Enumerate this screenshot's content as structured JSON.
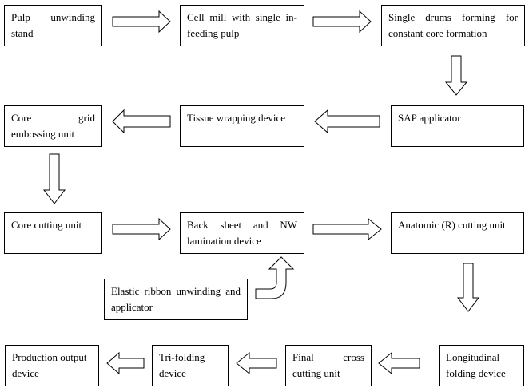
{
  "diagram": {
    "nodes": {
      "pulp_unwinding": {
        "label": "Pulp unwinding stand"
      },
      "cell_mill": {
        "label": "Cell mill with single in-feeding pulp"
      },
      "single_drums": {
        "label": "Single drums forming for constant core formation"
      },
      "sap_applicator": {
        "label": "SAP applicator"
      },
      "tissue_wrapping": {
        "label": "Tissue wrapping device"
      },
      "core_grid": {
        "label": "Core grid embossing unit"
      },
      "core_cutting": {
        "label": "Core cutting unit"
      },
      "back_sheet": {
        "label": "Back sheet and NW lamination device"
      },
      "anatomic_cutting": {
        "label": "Anatomic (R) cutting unit"
      },
      "elastic_ribbon": {
        "label": "Elastic ribbon unwinding and applicator"
      },
      "longitudinal_folding": {
        "label": "Longitudinal folding device"
      },
      "final_cross": {
        "label": "Final cross cutting unit"
      },
      "tri_folding": {
        "label": "Tri-folding device"
      },
      "production_output": {
        "label": "Production output device"
      }
    },
    "edges": [
      {
        "from": "pulp_unwinding",
        "to": "cell_mill"
      },
      {
        "from": "cell_mill",
        "to": "single_drums"
      },
      {
        "from": "single_drums",
        "to": "sap_applicator"
      },
      {
        "from": "sap_applicator",
        "to": "tissue_wrapping"
      },
      {
        "from": "tissue_wrapping",
        "to": "core_grid"
      },
      {
        "from": "core_grid",
        "to": "core_cutting"
      },
      {
        "from": "core_cutting",
        "to": "back_sheet"
      },
      {
        "from": "elastic_ribbon",
        "to": "back_sheet"
      },
      {
        "from": "back_sheet",
        "to": "anatomic_cutting"
      },
      {
        "from": "anatomic_cutting",
        "to": "longitudinal_folding"
      },
      {
        "from": "longitudinal_folding",
        "to": "final_cross"
      },
      {
        "from": "final_cross",
        "to": "tri_folding"
      },
      {
        "from": "tri_folding",
        "to": "production_output"
      }
    ]
  }
}
